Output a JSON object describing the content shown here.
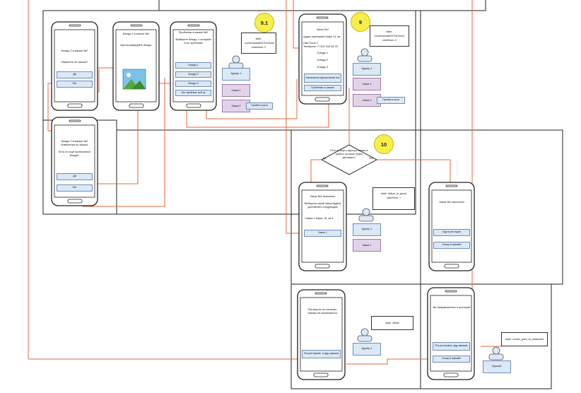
{
  "badges": {
    "b91": "9.1",
    "b9": "9",
    "b10": "10"
  },
  "actor": {
    "label": "Курьер 1",
    "label_alt": "Курьер1"
  },
  "screen_a": {
    "title": "Блюдо 2 в заказе №2",
    "question": "Изменить ее заказа?",
    "yes": "Да",
    "no": "Нет"
  },
  "screen_b": {
    "title": "Блюдо 2 в заказе №2",
    "prompt": "Сфотографируйте блюдо."
  },
  "screen_c": {
    "title": "Проблемы в заказе №2",
    "subtitle": "Выберите блюдо, с которым есть проблема",
    "dish1": "Блюдо 1",
    "dish2": "Блюдо 2",
    "dish3": "Блюдо 3",
    "no_problem": "Нет проблем, всё ок"
  },
  "screen_d": {
    "title": "Блюдо 2 в заказе №2 Изменения по заказа.",
    "question": "Есть ли ещё проблемные блюда?",
    "yes": "Да",
    "no": "Нет"
  },
  "screen_e": {
    "title": "Заказ №2",
    "address": "Адрес приезжает Мира 14, кв",
    "name": "Имя Гость 2",
    "phone": "Телефоне +7 902 234 56 78",
    "dish1": "Блюдо 1",
    "dish2": "Блюдо 2",
    "dish3": "Блюдо 3",
    "check": "Начинается фиксальный чек",
    "problems": "Проблемы в заказе"
  },
  "bubble_91": {
    "state": "state: courier/AwaitsToTheGuest",
    "order": "orderNum: 2"
  },
  "bubble_9": {
    "state": "state: courier/AwaitsToTheGuest",
    "order": "orderNum: 2"
  },
  "bubble_10": {
    "state": "state: deliver_to_guest",
    "order": "orderNum: 1"
  },
  "bubble_offline": {
    "state": "state: offline"
  },
  "bubble_return": {
    "state": "state: courier_goes_to_restaurant"
  },
  "orders_left": {
    "o1": "Заказ 1",
    "o2": "Заказ 2",
    "traffic": "Пробки в пути"
  },
  "orders_right": {
    "o1": "Заказ 1",
    "o2": "Заказ 2",
    "traffic": "Пробки в пути"
  },
  "orders_10": {
    "o1": "Заказ 1"
  },
  "decision": {
    "text": "Есть ли ещё у курьера заказы в работе, которые нужно доставить?",
    "yes": "Да",
    "no": "Нет"
  },
  "screen_f": {
    "title": "Заказ №2 выполнен",
    "subtitle": "Выберите какой заказ будете доставлять следующим",
    "order_info": "• Заказ 1 Мира, 15, кв 6",
    "order_btn": "Заказ 1"
  },
  "screen_g": {
    "title": "Заказ №2 выполнен",
    "to_restaurant": "Еду в ресторан",
    "go_home": "Ухожу в офлайн"
  },
  "screen_h": {
    "title": "Вы вышли из системы, Заказы не назначаются.",
    "button": "Я в ресторане, я жду заказов"
  },
  "screen_i": {
    "title": "Вы направляетесь в ресторан",
    "arrived": "Я в ресторане, жду заказов",
    "go_home": "Ухожу в офлайн"
  }
}
